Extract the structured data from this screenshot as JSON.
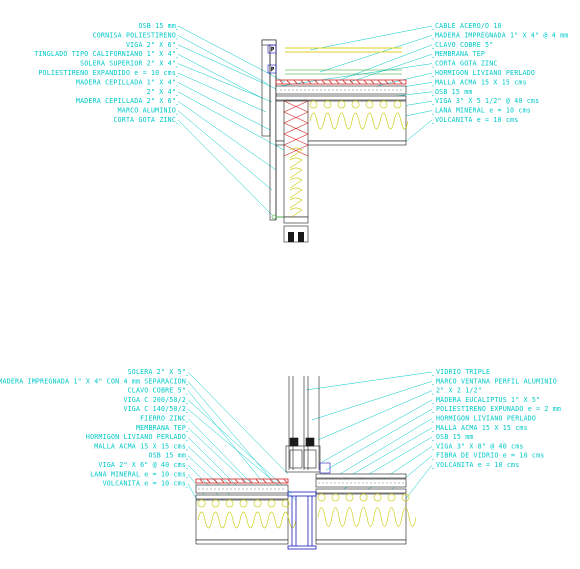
{
  "top": {
    "left_labels": [
      "OSB 15 mm",
      "CORNISA POLIESTIRENO",
      "VIGA 2\" X 6\"",
      "TINGLADO TIPO CALIFORNIANO 1\" X 4\"",
      "SOLERA SUPERIOR 2\" X 4\"",
      "POLIESTIRENO EXPANDIDO e = 10 cms",
      "MADERA CEPILLADA 1\" X 4\"",
      "2\" X 4\"",
      "MADERA CEPILLADA 2\" X 6\"",
      "MARCO ALUMINIO",
      "CORTA GOTA ZINC"
    ],
    "right_labels": [
      "CABLE ACERO/O 10",
      "MADERA IMPREGNADA 1\" X 4\" @ 4 mm",
      "CLAVO COBRE 5\"",
      "MEMBRANA TEP",
      "CORTA GOTA ZINC",
      "HORMIGON LIVIANO PERLADO",
      "MALLA ACMA 15 X 15 cms",
      "OSB 15 mm",
      "VIGA 3\" X 5 1/2\" @ 40 cms",
      "LANA MINERAL e = 10 cms",
      "VOLCANITA e = 10 cms"
    ]
  },
  "bottom": {
    "left_labels": [
      "SOLERA 2\" X 5\"",
      "MADERA IMPREGNADA 1\" X 4\" CON 4 mm SEPARACION",
      "CLAVO COBRE 5\"",
      "VIGA C 200/50/2",
      "VIGA C 140/50/2",
      "FIERRO ZINC",
      "MEMBRANA TEP",
      "HORMIGON LIVIANO PERLADO",
      "MALLA ACMA 15 X 15 cms",
      "OSB 15 mm",
      "VIGA 2\" X 6\" @ 40 cms",
      "LANA MINERAL e = 10 cms",
      "VOLCANITA e = 10 cms"
    ],
    "right_labels": [
      "VIDRIO TRIPLE",
      "MARCO VENTANA PERFIL ALUMINIO",
      "2\" X 2 1/2\"",
      "MADERA EUCALIPTUS 1\" X 5\"",
      "POLIESTIRENO EXPUNADO e = 2 mm",
      "HORMIGON LIVIANO PERLADO",
      "MALLA ACMA 15 X 15 cms",
      "OSB 15 mm",
      "VIGA 3\" X 8\" @ 40 cms",
      "FIBRA DE VIDRIO e = 10 cms",
      "VOLCANITA e = 10 cms"
    ]
  },
  "colors": {
    "line": "#00c8c8",
    "detail": "#1a1a1a",
    "red": "#d02020",
    "yellow": "#e0d020",
    "blue": "#1818c0",
    "green": "#20a020",
    "magenta": "#c020c0"
  }
}
